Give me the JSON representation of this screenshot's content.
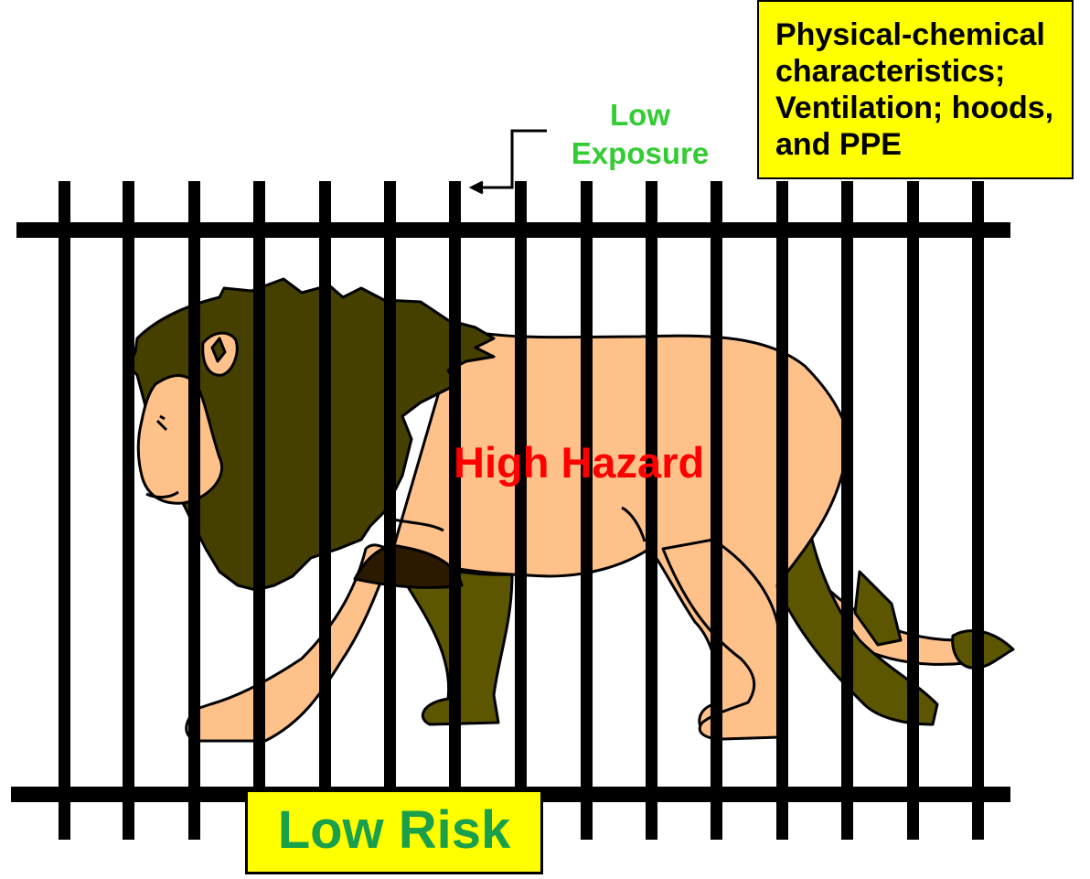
{
  "colors": {
    "background": "#ffffff",
    "box_fill": "#ffff00",
    "exposure_text": "#33cc33",
    "risk_text": "#1aa04a",
    "hazard_text": "#ff0000",
    "lion_body": "#ffc18a",
    "lion_mane": "#454000",
    "lion_legs_far": "#5c5600",
    "bars": "#000000"
  },
  "labels": {
    "exposure_line1": "Low",
    "exposure_line2": "Exposure",
    "controls": "Physical-chemical characteristics; Ventilation; hoods, and PPE",
    "hazard": "High Hazard",
    "risk": "Low Risk"
  },
  "icons": {
    "subject": "lion-illustration",
    "barrier": "cage-bars",
    "pointer": "arrow-left-icon"
  }
}
